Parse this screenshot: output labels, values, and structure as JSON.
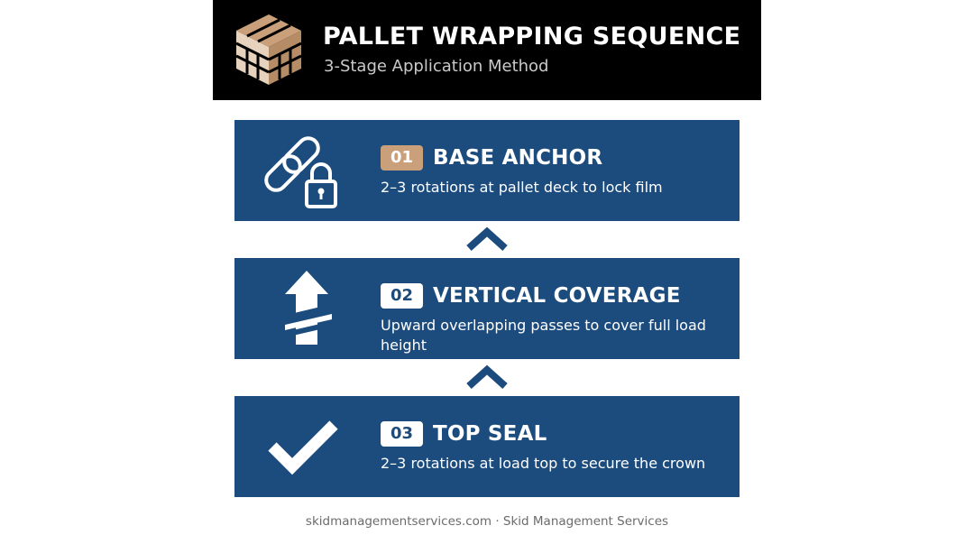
{
  "header": {
    "title": "PALLET WRAPPING SEQUENCE",
    "subtitle": "3-Stage Application Method",
    "logo_icon": "pallet-stack-logo"
  },
  "colors": {
    "header_bg": "#000000",
    "stage_bg": "#1c4b7d",
    "accent": "#c9a07a",
    "chevron": "#1c4b7d",
    "footer_text": "#6b6b6b"
  },
  "stages": [
    {
      "number": "01",
      "title": "BASE ANCHOR",
      "description": "2–3 rotations at pallet deck to lock film",
      "icon": "chain-lock-icon",
      "badge_style": "accent"
    },
    {
      "number": "02",
      "title": "VERTICAL COVERAGE",
      "description": "Upward overlapping passes to cover full load height",
      "icon": "wrapped-up-arrow-icon",
      "badge_style": "plain"
    },
    {
      "number": "03",
      "title": "TOP SEAL",
      "description": "2–3 rotations at load top to secure the crown",
      "icon": "checkmark-icon",
      "badge_style": "plain"
    }
  ],
  "connectors": [
    {
      "icon": "chevron-up-icon"
    },
    {
      "icon": "chevron-up-icon"
    }
  ],
  "footer": {
    "text": "skidmanagementservices.com · Skid Management Services"
  }
}
